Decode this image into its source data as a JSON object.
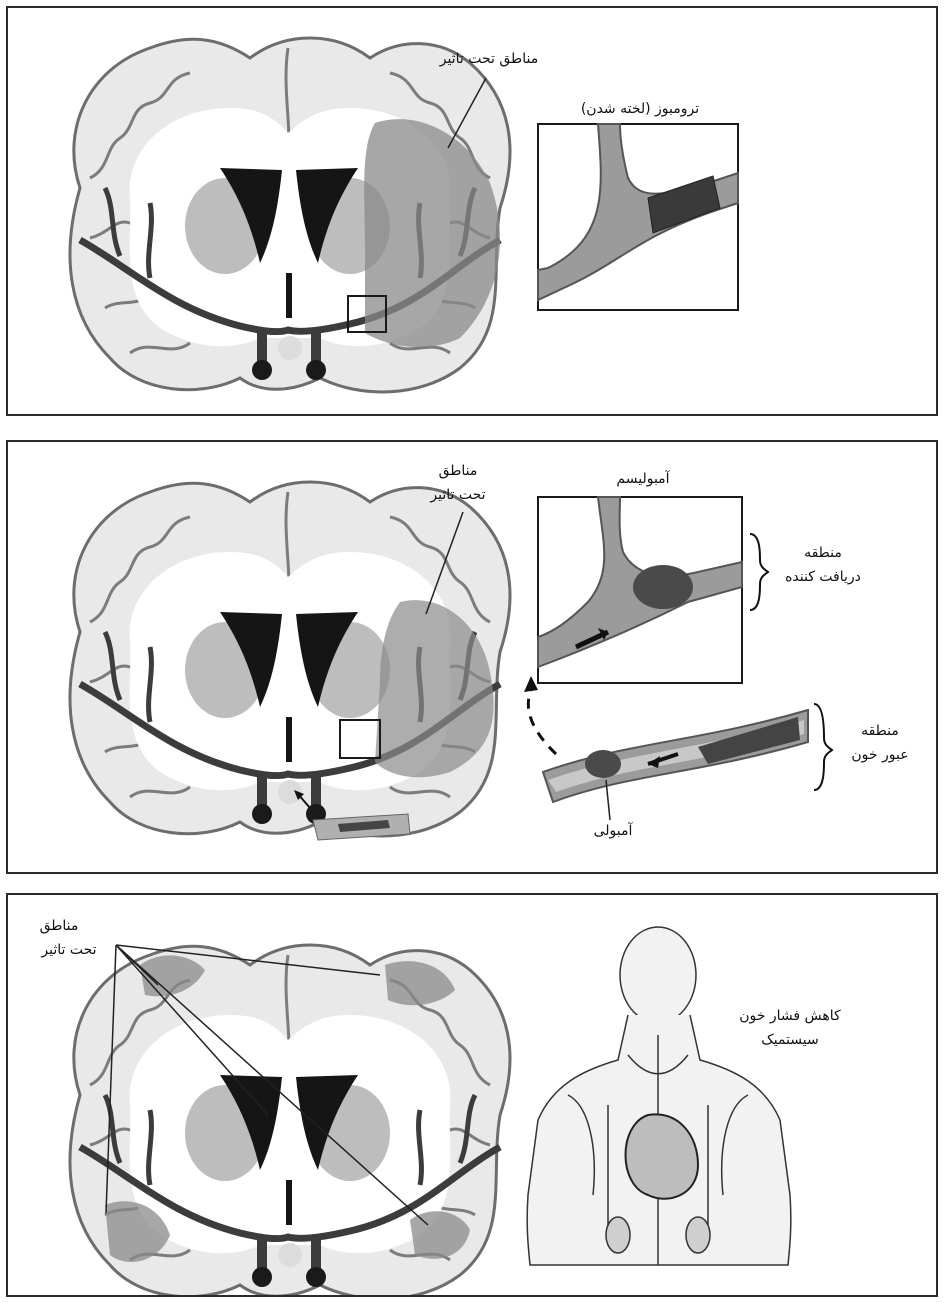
{
  "panel1": {
    "affected_label": "مناطق تحت تاثیر",
    "inset_title": "ترومبوز (لخته شدن)"
  },
  "panel2": {
    "affected_label_line1": "مناطق",
    "affected_label_line2": "تحت تاثیر",
    "inset_title": "آمبولیسم",
    "recipient_line1": "منطقه",
    "recipient_line2": "دریافت کننده",
    "transit_line1": "منطقه",
    "transit_line2": "عبور خون",
    "embolus_label": "آمبولی"
  },
  "panel3": {
    "affected_label_line1": "مناطق",
    "affected_label_line2": "تحت تاثیر",
    "hypotension_line1": "کاهش فشار خون",
    "hypotension_line2": "سیستمیک"
  },
  "colors": {
    "border": "#2b2b2b",
    "cortex": "#cfcfcf",
    "deep_nuclei": "#b9b9b9",
    "ventricle": "#151515",
    "artery": "#3c3c3c",
    "affected_area": "#8a8a8a"
  }
}
